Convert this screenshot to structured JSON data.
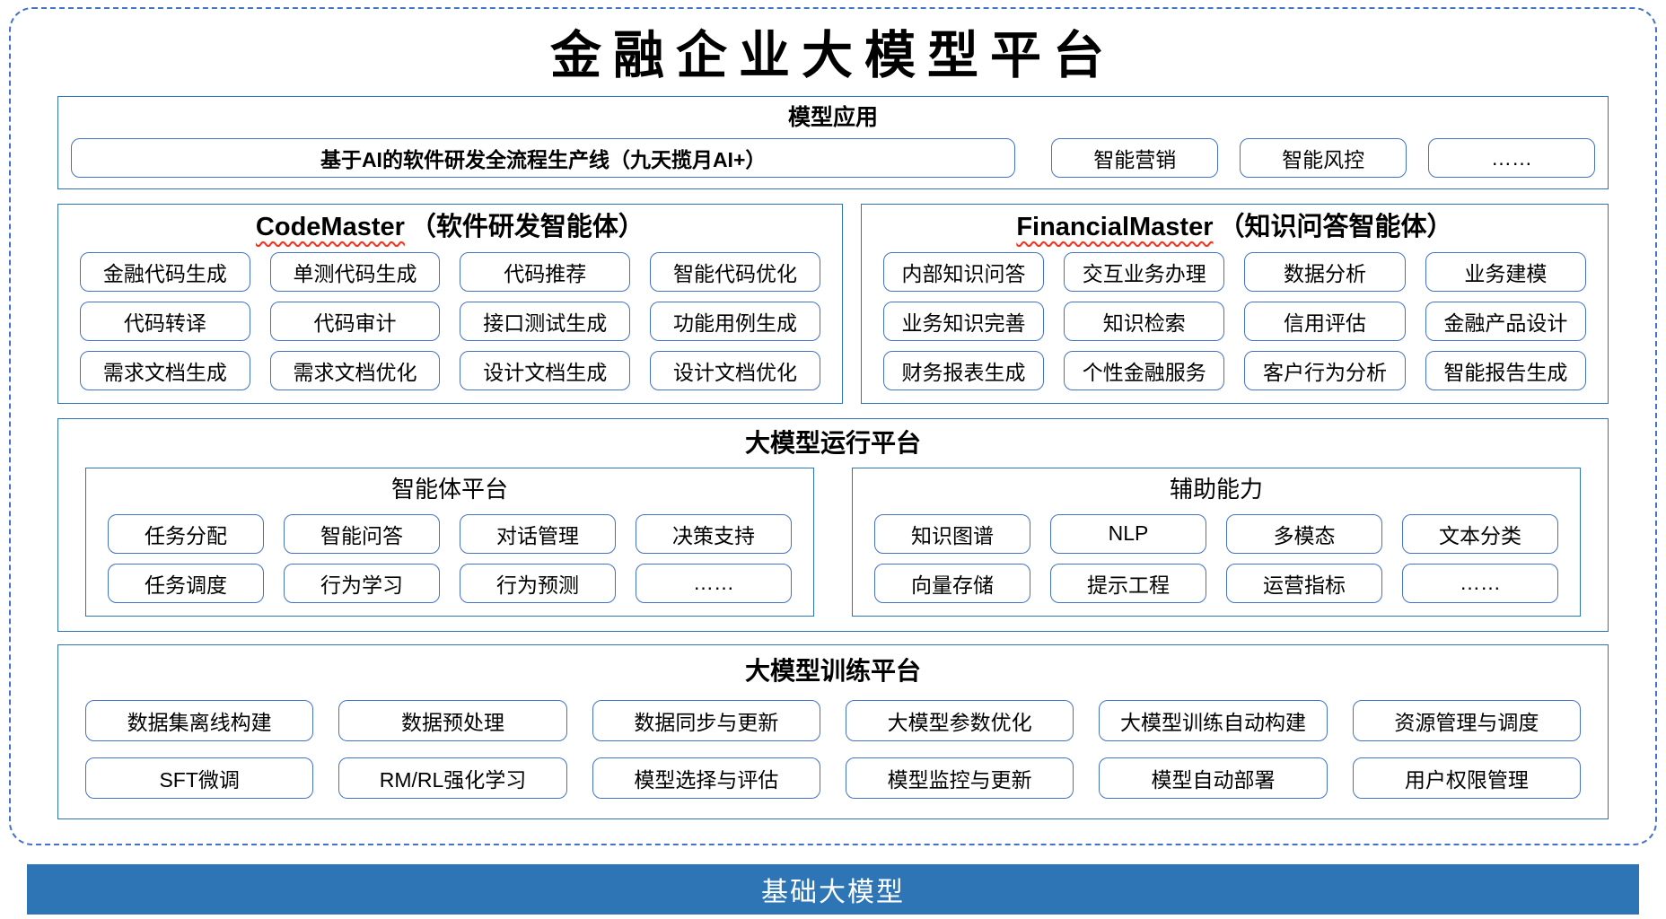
{
  "title": "金融企业大模型平台",
  "sections": {
    "model_app": {
      "header": "模型应用",
      "pipeline": "基于AI的软件研发全流程生产线（九天揽月AI+）",
      "items": [
        "智能营销",
        "智能风控",
        "……"
      ]
    },
    "codemaster": {
      "name_en": "CodeMaster",
      "name_zh": "（软件研发智能体）",
      "items": [
        "金融代码生成",
        "单测代码生成",
        "代码推荐",
        "智能代码优化",
        "代码转译",
        "代码审计",
        "接口测试生成",
        "功能用例生成",
        "需求文档生成",
        "需求文档优化",
        "设计文档生成",
        "设计文档优化"
      ]
    },
    "financialmaster": {
      "name_en": "FinancialMaster",
      "name_zh": "（知识问答智能体）",
      "items": [
        "内部知识问答",
        "交互业务办理",
        "数据分析",
        "业务建模",
        "业务知识完善",
        "知识检索",
        "信用评估",
        "金融产品设计",
        "财务报表生成",
        "个性金融服务",
        "客户行为分析",
        "智能报告生成"
      ]
    },
    "runtime": {
      "header": "大模型运行平台",
      "agent_platform": {
        "header": "智能体平台",
        "items": [
          "任务分配",
          "智能问答",
          "对话管理",
          "决策支持",
          "任务调度",
          "行为学习",
          "行为预测",
          "……"
        ]
      },
      "aux": {
        "header": "辅助能力",
        "items": [
          "知识图谱",
          "NLP",
          "多模态",
          "文本分类",
          "向量存储",
          "提示工程",
          "运营指标",
          "……"
        ]
      }
    },
    "training": {
      "header": "大模型训练平台",
      "items": [
        "数据集离线构建",
        "数据预处理",
        "数据同步与更新",
        "大模型参数优化",
        "大模型训练自动构建",
        "资源管理与调度",
        "SFT微调",
        "RM/RL强化学习",
        "模型选择与评估",
        "模型监控与更新",
        "模型自动部署",
        "用户权限管理"
      ]
    },
    "base_model": "基础大模型"
  },
  "colors": {
    "section_border": "#2E75B6",
    "item_border": "#4472C4",
    "outer_dashed": "#4472C4",
    "base_bar": "#2E75B6",
    "spellcheck_squiggle": "#FF2D1A"
  }
}
